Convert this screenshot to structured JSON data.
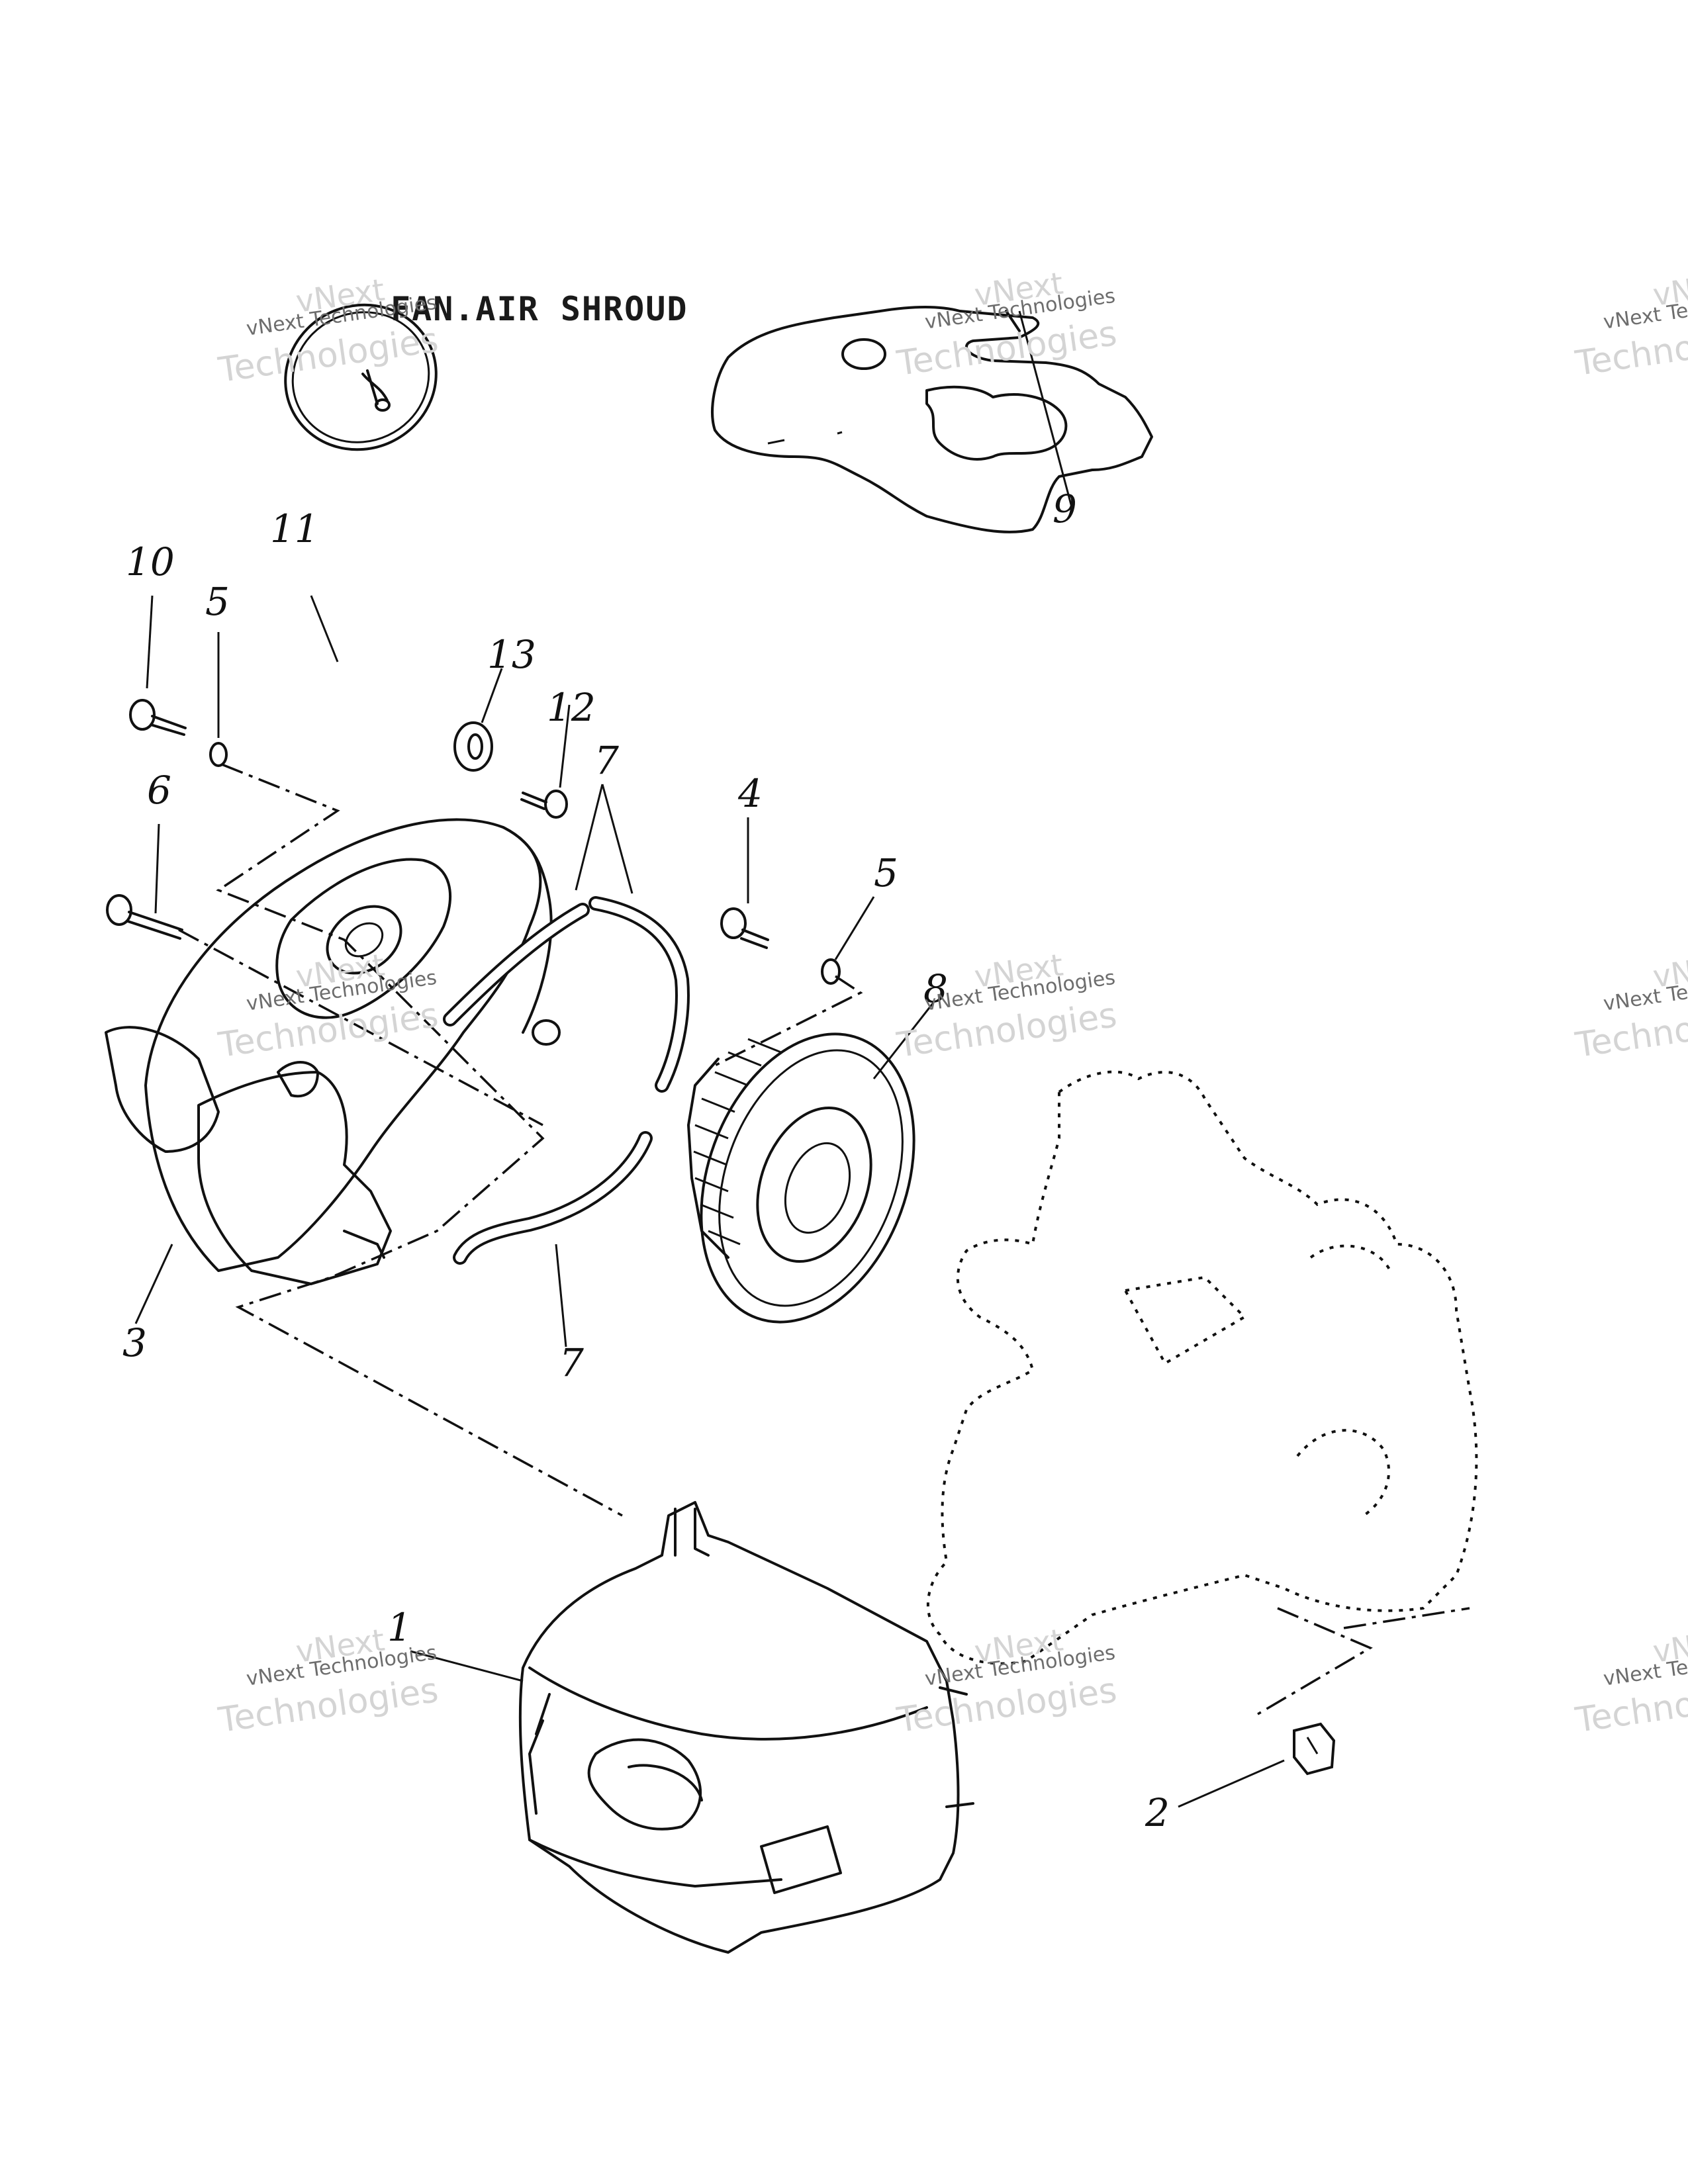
{
  "title": "FAN.AIR SHROUD",
  "callouts": {
    "c1": "1",
    "c2": "2",
    "c3": "3",
    "c4": "4",
    "c5a": "5",
    "c5b": "5",
    "c6": "6",
    "c7a": "7",
    "c7b": "7",
    "c8": "8",
    "c9": "9",
    "c10": "10",
    "c11": "11",
    "c12": "12",
    "c13": "13"
  },
  "watermark": {
    "brand": "vNext",
    "name": "vNext Technologies",
    "word": "Technologies"
  },
  "colors": {
    "ink": "#111111",
    "watermark": "#bdbdbd",
    "paper": "#ffffff"
  }
}
